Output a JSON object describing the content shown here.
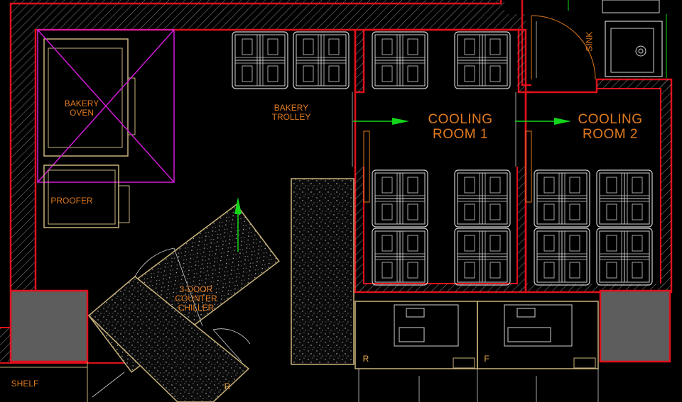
{
  "labels": {
    "bakery_oven": "BAKERY\nOVEN",
    "bakery_trolley": "BAKERY\nTROLLEY",
    "proofer": "PROOFER",
    "cooling_room_1": "COOLING\nROOM 1",
    "cooling_room_2": "COOLING\nROOM 2",
    "chiller": "3-DOOR\nCOUNTER\nCHILLER",
    "sink": "SINK",
    "shelf": "SHELF",
    "r_mark": "R",
    "f_mark": "F",
    "r_mark_chiller": "R"
  },
  "colors": {
    "wall": "#e0101c",
    "equipment": "#c9b27a",
    "oven_symbol": "#d21ad6",
    "arrow": "#12d61a",
    "text": "#e07a1f",
    "column": "#5d5d5d"
  }
}
